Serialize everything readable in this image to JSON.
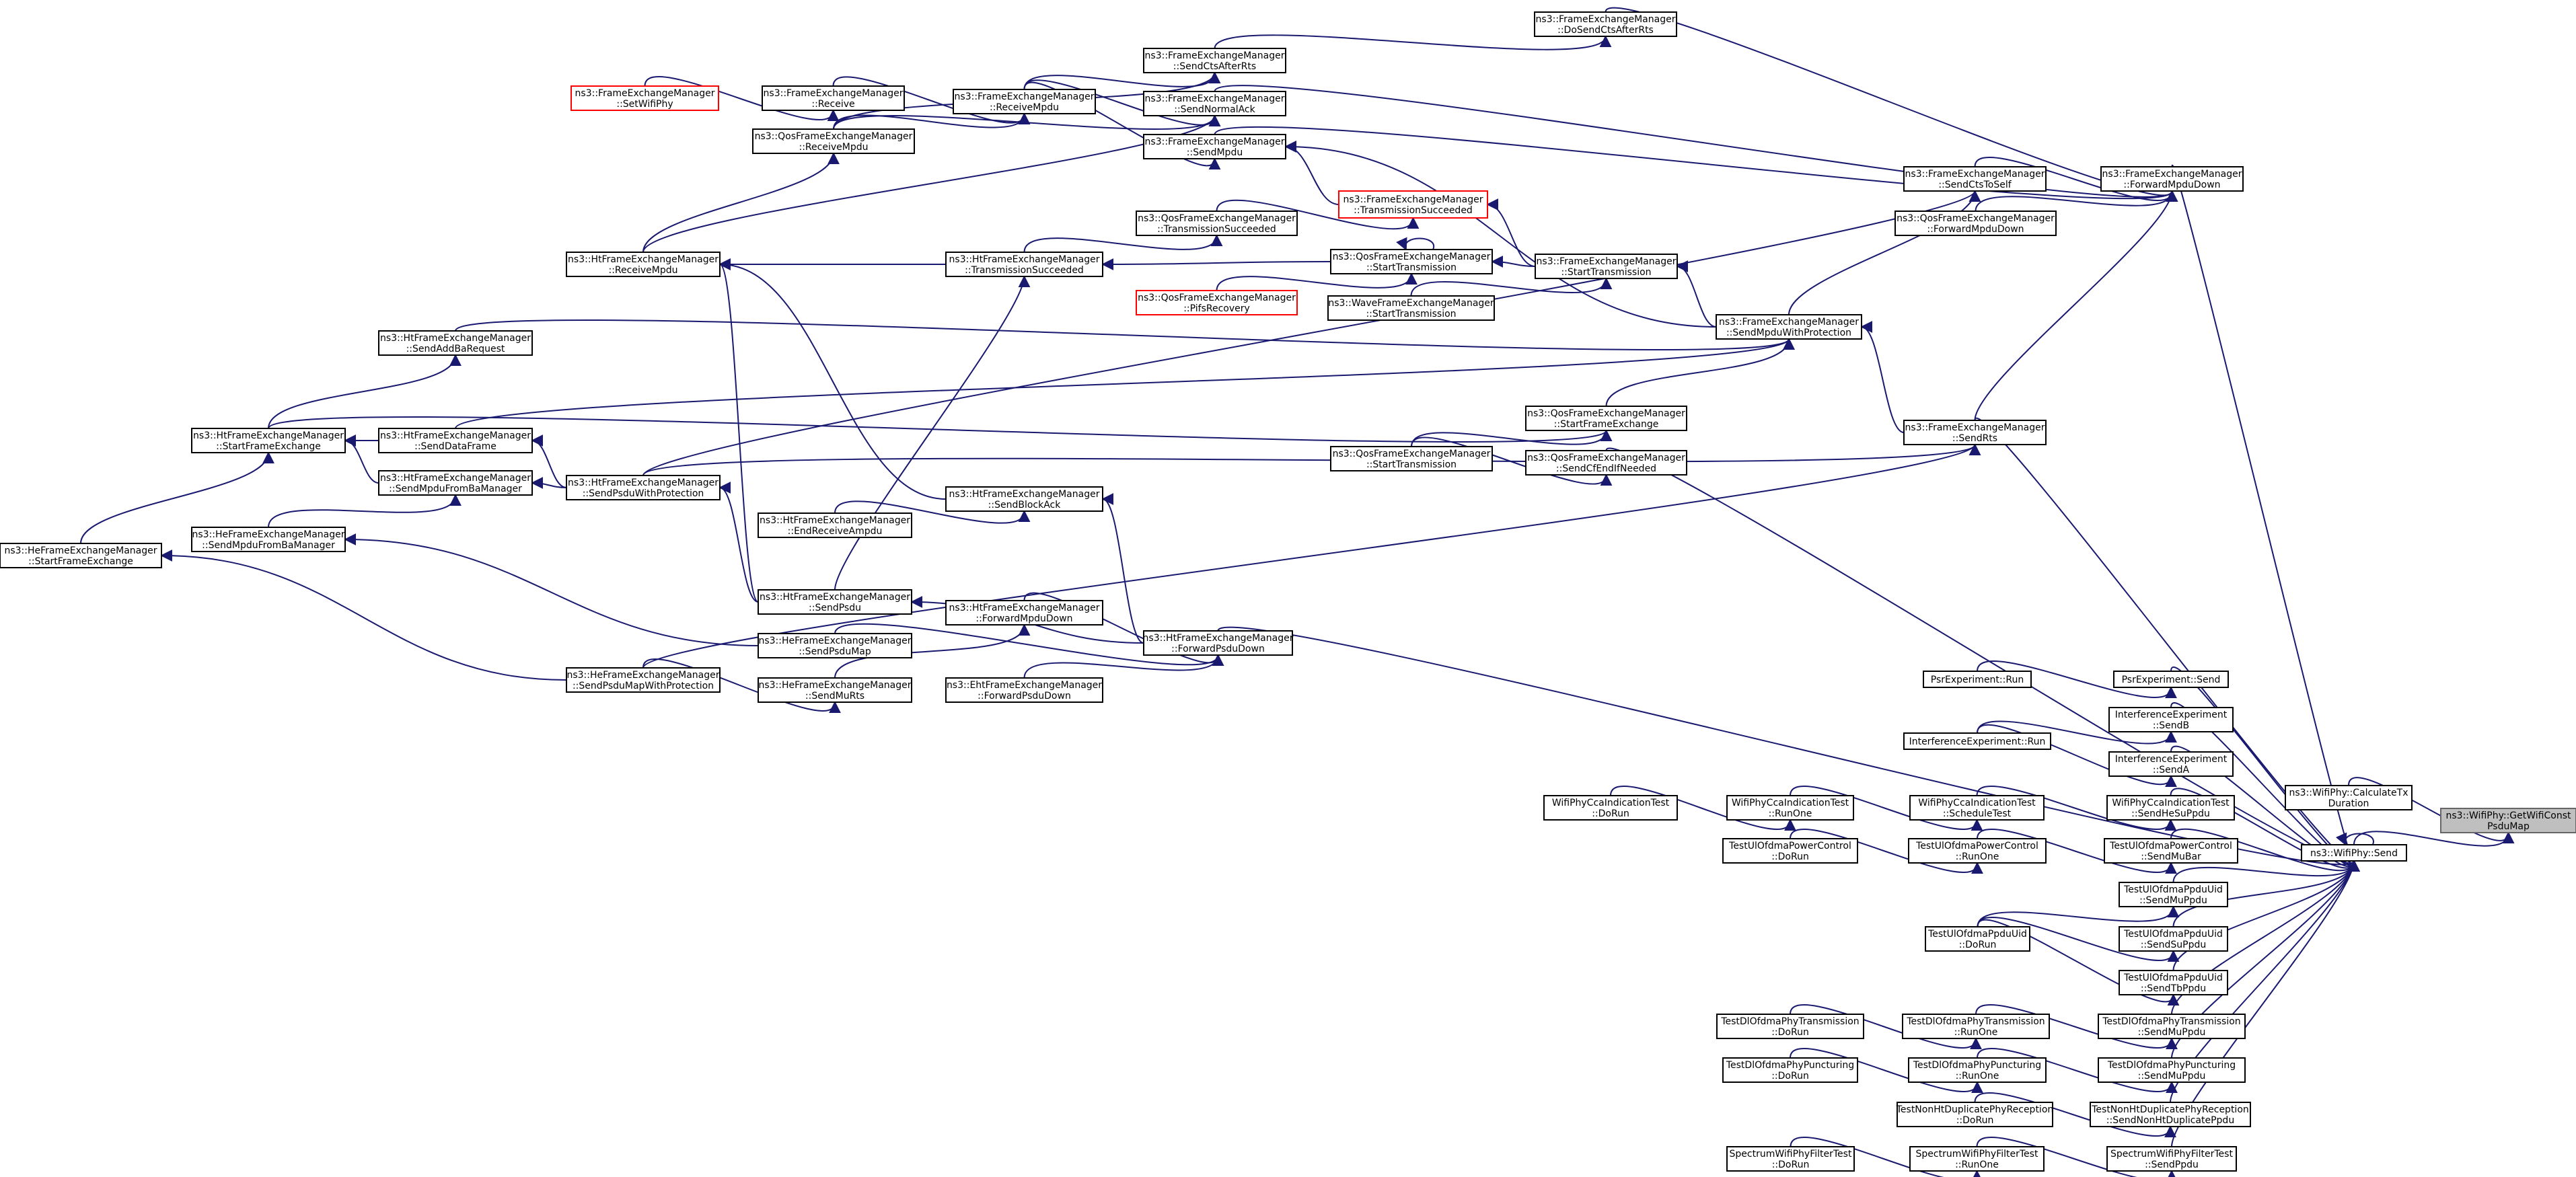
{
  "nodes": [
    {
      "id": "root",
      "lines": [
        "ns3::WifiPhy::GetWifiConst",
        "PsduMap"
      ],
      "style": "root"
    },
    {
      "id": "calc",
      "lines": [
        "ns3::WifiPhy::CalculateTx",
        "Duration"
      ]
    },
    {
      "id": "send",
      "lines": [
        "ns3::WifiPhy::Send"
      ]
    },
    {
      "id": "fePduDown",
      "lines": [
        "ns3::FrameExchangeManager",
        "::ForwardMpduDown"
      ]
    },
    {
      "id": "feDoSendCts",
      "lines": [
        "ns3::FrameExchangeManager",
        "::DoSendCtsAfterRts"
      ]
    },
    {
      "id": "feSendCts",
      "lines": [
        "ns3::FrameExchangeManager",
        "::SendCtsAfterRts"
      ]
    },
    {
      "id": "feSetPhy",
      "lines": [
        "ns3::FrameExchangeManager",
        "::SetWifiPhy"
      ],
      "style": "red"
    },
    {
      "id": "feRecv",
      "lines": [
        "ns3::FrameExchangeManager",
        "::Receive"
      ]
    },
    {
      "id": "feRecvMpdu",
      "lines": [
        "ns3::FrameExchangeManager",
        "::ReceiveMpdu"
      ]
    },
    {
      "id": "feNormalAck",
      "lines": [
        "ns3::FrameExchangeManager",
        "::SendNormalAck"
      ]
    },
    {
      "id": "qfeRecvMpdu",
      "lines": [
        "ns3::QosFrameExchangeManager",
        "::ReceiveMpdu"
      ]
    },
    {
      "id": "feSendMpdu",
      "lines": [
        "ns3::FrameExchangeManager",
        "::SendMpdu"
      ]
    },
    {
      "id": "feCtsSelf",
      "lines": [
        "ns3::FrameExchangeManager",
        "::SendCtsToSelf"
      ]
    },
    {
      "id": "qfeFwdMpdu",
      "lines": [
        "ns3::QosFrameExchangeManager",
        "::ForwardMpduDown"
      ]
    },
    {
      "id": "feTxSucc",
      "lines": [
        "ns3::FrameExchangeManager",
        "::TransmissionSucceeded"
      ],
      "style": "red"
    },
    {
      "id": "qfeTxSucc",
      "lines": [
        "ns3::QosFrameExchangeManager",
        "::TransmissionSucceeded"
      ]
    },
    {
      "id": "htRecvMpdu",
      "lines": [
        "ns3::HtFrameExchangeManager",
        "::ReceiveMpdu"
      ]
    },
    {
      "id": "htTxSucc",
      "lines": [
        "ns3::HtFrameExchangeManager",
        "::TransmissionSucceeded"
      ]
    },
    {
      "id": "qfeStartTx",
      "lines": [
        "ns3::QosFrameExchangeManager",
        "::StartTransmission"
      ]
    },
    {
      "id": "feStartTx",
      "lines": [
        "ns3::FrameExchangeManager",
        "::StartTransmission"
      ]
    },
    {
      "id": "qfePifs",
      "lines": [
        "ns3::QosFrameExchangeManager",
        "::PifsRecovery"
      ],
      "style": "red"
    },
    {
      "id": "waveStartTx",
      "lines": [
        "ns3::WaveFrameExchangeManager",
        "::StartTransmission"
      ]
    },
    {
      "id": "feMpduProt",
      "lines": [
        "ns3::FrameExchangeManager",
        "::SendMpduWithProtection"
      ]
    },
    {
      "id": "htAddBa",
      "lines": [
        "ns3::HtFrameExchangeManager",
        "::SendAddBaRequest"
      ]
    },
    {
      "id": "qfeStartFe",
      "lines": [
        "ns3::QosFrameExchangeManager",
        "::StartFrameExchange"
      ]
    },
    {
      "id": "htStartFe",
      "lines": [
        "ns3::HtFrameExchangeManager",
        "::StartFrameExchange"
      ]
    },
    {
      "id": "htDataFrame",
      "lines": [
        "ns3::HtFrameExchangeManager",
        "::SendDataFrame"
      ]
    },
    {
      "id": "qfeStartTx2",
      "lines": [
        "ns3::QosFrameExchangeManager",
        "::StartTransmission"
      ]
    },
    {
      "id": "qfeCfEnd",
      "lines": [
        "ns3::QosFrameExchangeManager",
        "::SendCfEndIfNeeded"
      ]
    },
    {
      "id": "feRts",
      "lines": [
        "ns3::FrameExchangeManager",
        "::SendRts"
      ]
    },
    {
      "id": "htMpduBa",
      "lines": [
        "ns3::HtFrameExchangeManager",
        "::SendMpduFromBaManager"
      ]
    },
    {
      "id": "htPsduProt",
      "lines": [
        "ns3::HtFrameExchangeManager",
        "::SendPsduWithProtection"
      ]
    },
    {
      "id": "heMpduBa",
      "lines": [
        "ns3::HeFrameExchangeManager",
        "::SendMpduFromBaManager"
      ]
    },
    {
      "id": "htEndRecv",
      "lines": [
        "ns3::HtFrameExchangeManager",
        "::EndReceiveAmpdu"
      ]
    },
    {
      "id": "htBlockAck",
      "lines": [
        "ns3::HtFrameExchangeManager",
        "::SendBlockAck"
      ]
    },
    {
      "id": "heStartFe",
      "lines": [
        "ns3::HeFrameExchangeManager",
        "::StartFrameExchange"
      ]
    },
    {
      "id": "htSendPsdu",
      "lines": [
        "ns3::HtFrameExchangeManager",
        "::SendPsdu"
      ]
    },
    {
      "id": "htFwdMpdu",
      "lines": [
        "ns3::HtFrameExchangeManager",
        "::ForwardMpduDown"
      ]
    },
    {
      "id": "heSendPsduMap",
      "lines": [
        "ns3::HeFrameExchangeManager",
        "::SendPsduMap"
      ]
    },
    {
      "id": "htFwdPsdu",
      "lines": [
        "ns3::HtFrameExchangeManager",
        "::ForwardPsduDown"
      ]
    },
    {
      "id": "hePsduMapProt",
      "lines": [
        "ns3::HeFrameExchangeManager",
        "::SendPsduMapWithProtection"
      ]
    },
    {
      "id": "heMuRts",
      "lines": [
        "ns3::HeFrameExchangeManager",
        "::SendMuRts"
      ]
    },
    {
      "id": "ehtFwdPsdu",
      "lines": [
        "ns3::EhtFrameExchangeManager",
        "::ForwardPsduDown"
      ]
    },
    {
      "id": "psrRun",
      "lines": [
        "PsrExperiment::Run"
      ]
    },
    {
      "id": "psrSend",
      "lines": [
        "PsrExperiment::Send"
      ]
    },
    {
      "id": "ifSendB",
      "lines": [
        "InterferenceExperiment",
        "::SendB"
      ]
    },
    {
      "id": "ifRun",
      "lines": [
        "InterferenceExperiment::Run"
      ]
    },
    {
      "id": "ifSendA",
      "lines": [
        "InterferenceExperiment",
        "::SendA"
      ]
    },
    {
      "id": "ccaDoRun",
      "lines": [
        "WifiPhyCcaIndicationTest",
        "::DoRun"
      ]
    },
    {
      "id": "ccaRunOne",
      "lines": [
        "WifiPhyCcaIndicationTest",
        "::RunOne"
      ]
    },
    {
      "id": "ccaSched",
      "lines": [
        "WifiPhyCcaIndicationTest",
        "::ScheduleTest"
      ]
    },
    {
      "id": "ccaSendHe",
      "lines": [
        "WifiPhyCcaIndicationTest",
        "::SendHeSuPpdu"
      ]
    },
    {
      "id": "pcDoRun",
      "lines": [
        "TestUlOfdmaPowerControl",
        "::DoRun"
      ]
    },
    {
      "id": "pcRunOne",
      "lines": [
        "TestUlOfdmaPowerControl",
        "::RunOne"
      ]
    },
    {
      "id": "pcMuBar",
      "lines": [
        "TestUlOfdmaPowerControl",
        "::SendMuBar"
      ]
    },
    {
      "id": "uidMu",
      "lines": [
        "TestUlOfdmaPpduUid",
        "::SendMuPpdu"
      ]
    },
    {
      "id": "uidDoRun",
      "lines": [
        "TestUlOfdmaPpduUid",
        "::DoRun"
      ]
    },
    {
      "id": "uidSu",
      "lines": [
        "TestUlOfdmaPpduUid",
        "::SendSuPpdu"
      ]
    },
    {
      "id": "uidTb",
      "lines": [
        "TestUlOfdmaPpduUid",
        "::SendTbPpdu"
      ]
    },
    {
      "id": "dlTxDoRun",
      "lines": [
        "TestDlOfdmaPhyTransmission",
        "::DoRun"
      ]
    },
    {
      "id": "dlTxRunOne",
      "lines": [
        "TestDlOfdmaPhyTransmission",
        "::RunOne"
      ]
    },
    {
      "id": "dlTxMu",
      "lines": [
        "TestDlOfdmaPhyTransmission",
        "::SendMuPpdu"
      ]
    },
    {
      "id": "dlPuDoRun",
      "lines": [
        "TestDlOfdmaPhyPuncturing",
        "::DoRun"
      ]
    },
    {
      "id": "dlPuRunOne",
      "lines": [
        "TestDlOfdmaPhyPuncturing",
        "::RunOne"
      ]
    },
    {
      "id": "dlPuMu",
      "lines": [
        "TestDlOfdmaPhyPuncturing",
        "::SendMuPpdu"
      ]
    },
    {
      "id": "nonHtDoRun",
      "lines": [
        "TestNonHtDuplicatePhyReception",
        "::DoRun"
      ]
    },
    {
      "id": "nonHtSend",
      "lines": [
        "TestNonHtDuplicatePhyReception",
        "::SendNonHtDuplicatePpdu"
      ]
    },
    {
      "id": "specDoRun",
      "lines": [
        "SpectrumWifiPhyFilterTest",
        "::DoRun"
      ]
    },
    {
      "id": "specRunOne",
      "lines": [
        "SpectrumWifiPhyFilterTest",
        "::RunOne"
      ]
    },
    {
      "id": "specSend",
      "lines": [
        "SpectrumWifiPhyFilterTest",
        "::SendPpdu"
      ]
    }
  ],
  "edges": [
    [
      "calc",
      "root"
    ],
    [
      "send",
      "root"
    ],
    [
      "fePduDown",
      "send"
    ],
    [
      "htFwdPsdu",
      "send"
    ],
    [
      "feRts",
      "send"
    ],
    [
      "qfeCfEnd",
      "send"
    ],
    [
      "psrSend",
      "send"
    ],
    [
      "ifSendB",
      "send"
    ],
    [
      "ifSendA",
      "send"
    ],
    [
      "ccaSendHe",
      "send"
    ],
    [
      "pcMuBar",
      "send"
    ],
    [
      "uidMu",
      "send"
    ],
    [
      "uidSu",
      "send"
    ],
    [
      "uidTb",
      "send"
    ],
    [
      "dlTxMu",
      "send"
    ],
    [
      "dlPuMu",
      "send"
    ],
    [
      "nonHtSend",
      "send"
    ],
    [
      "specSend",
      "send"
    ],
    [
      "send",
      "send"
    ],
    [
      "feDoSendCts",
      "fePduDown"
    ],
    [
      "feCtsSelf",
      "fePduDown"
    ],
    [
      "qfeFwdMpdu",
      "fePduDown"
    ],
    [
      "feRts",
      "fePduDown"
    ],
    [
      "feNormalAck",
      "fePduDown"
    ],
    [
      "feSendMpdu",
      "fePduDown"
    ],
    [
      "feSendCts",
      "feDoSendCts"
    ],
    [
      "feRecvMpdu",
      "feSendCts"
    ],
    [
      "qfeRecvMpdu",
      "feSendCts"
    ],
    [
      "feSetPhy",
      "feRecv"
    ],
    [
      "feRecv",
      "feRecvMpdu"
    ],
    [
      "feRecvMpdu",
      "feNormalAck"
    ],
    [
      "qfeRecvMpdu",
      "feNormalAck"
    ],
    [
      "htRecvMpdu",
      "feNormalAck"
    ],
    [
      "feRecvMpdu",
      "feSendMpdu"
    ],
    [
      "qfeRecvMpdu",
      "feRecvMpdu"
    ],
    [
      "htRecvMpdu",
      "qfeRecvMpdu"
    ],
    [
      "feTxSucc",
      "feSendMpdu"
    ],
    [
      "feMpduProt",
      "feSendMpdu"
    ],
    [
      "feMpduProt",
      "feCtsSelf"
    ],
    [
      "htPsduProt",
      "feCtsSelf"
    ],
    [
      "qfeTxSucc",
      "feTxSucc"
    ],
    [
      "feStartTx",
      "feTxSucc"
    ],
    [
      "htTxSucc",
      "qfeTxSucc"
    ],
    [
      "htTxSucc",
      "htRecvMpdu"
    ],
    [
      "qfeStartTx",
      "htTxSucc"
    ],
    [
      "htSendPsdu",
      "htTxSucc"
    ],
    [
      "qfeStartTx",
      "qfeStartTx"
    ],
    [
      "qfePifs",
      "qfeStartTx"
    ],
    [
      "feStartTx",
      "qfeStartTx"
    ],
    [
      "waveStartTx",
      "feStartTx"
    ],
    [
      "feMpduProt",
      "feStartTx"
    ],
    [
      "htAddBa",
      "feMpduProt"
    ],
    [
      "qfeStartFe",
      "feMpduProt"
    ],
    [
      "htDataFrame",
      "feMpduProt"
    ],
    [
      "feRts",
      "feMpduProt"
    ],
    [
      "htStartFe",
      "htAddBa"
    ],
    [
      "htStartFe",
      "qfeStartFe"
    ],
    [
      "qfeStartTx2",
      "qfeStartFe"
    ],
    [
      "qfeStartTx2",
      "qfeCfEnd"
    ],
    [
      "heStartFe",
      "htStartFe"
    ],
    [
      "htDataFrame",
      "htStartFe"
    ],
    [
      "htMpduBa",
      "htStartFe"
    ],
    [
      "htPsduProt",
      "htDataFrame"
    ],
    [
      "htPsduProt",
      "htMpduBa"
    ],
    [
      "heMpduBa",
      "htMpduBa"
    ],
    [
      "htSendPsdu",
      "htPsduProt"
    ],
    [
      "htPsduProt",
      "feRts"
    ],
    [
      "hePsduMapProt",
      "feRts"
    ],
    [
      "htBlockAck",
      "htRecvMpdu"
    ],
    [
      "htSendPsdu",
      "htRecvMpdu"
    ],
    [
      "htEndRecv",
      "htBlockAck"
    ],
    [
      "htFwdPsdu",
      "htBlockAck"
    ],
    [
      "htFwdPsdu",
      "htSendPsdu"
    ],
    [
      "heSendPsduMap",
      "heMpduBa"
    ],
    [
      "htFwdMpdu",
      "htFwdPsdu"
    ],
    [
      "heSendPsduMap",
      "htFwdPsdu"
    ],
    [
      "ehtFwdPsdu",
      "htFwdPsdu"
    ],
    [
      "heMuRts",
      "htFwdMpdu"
    ],
    [
      "hePsduMapProt",
      "heStartFe"
    ],
    [
      "hePsduMapProt",
      "heMuRts"
    ],
    [
      "psrRun",
      "psrSend"
    ],
    [
      "ifRun",
      "ifSendB"
    ],
    [
      "ifRun",
      "ifSendA"
    ],
    [
      "ccaDoRun",
      "ccaRunOne"
    ],
    [
      "ccaRunOne",
      "ccaSched"
    ],
    [
      "ccaSched",
      "ccaSendHe"
    ],
    [
      "pcDoRun",
      "pcRunOne"
    ],
    [
      "pcRunOne",
      "pcMuBar"
    ],
    [
      "uidDoRun",
      "uidMu"
    ],
    [
      "uidDoRun",
      "uidSu"
    ],
    [
      "uidDoRun",
      "uidTb"
    ],
    [
      "dlTxDoRun",
      "dlTxRunOne"
    ],
    [
      "dlTxRunOne",
      "dlTxMu"
    ],
    [
      "dlPuDoRun",
      "dlPuRunOne"
    ],
    [
      "dlPuRunOne",
      "dlPuMu"
    ],
    [
      "nonHtDoRun",
      "nonHtSend"
    ],
    [
      "specDoRun",
      "specRunOne"
    ],
    [
      "specRunOne",
      "specSend"
    ]
  ]
}
